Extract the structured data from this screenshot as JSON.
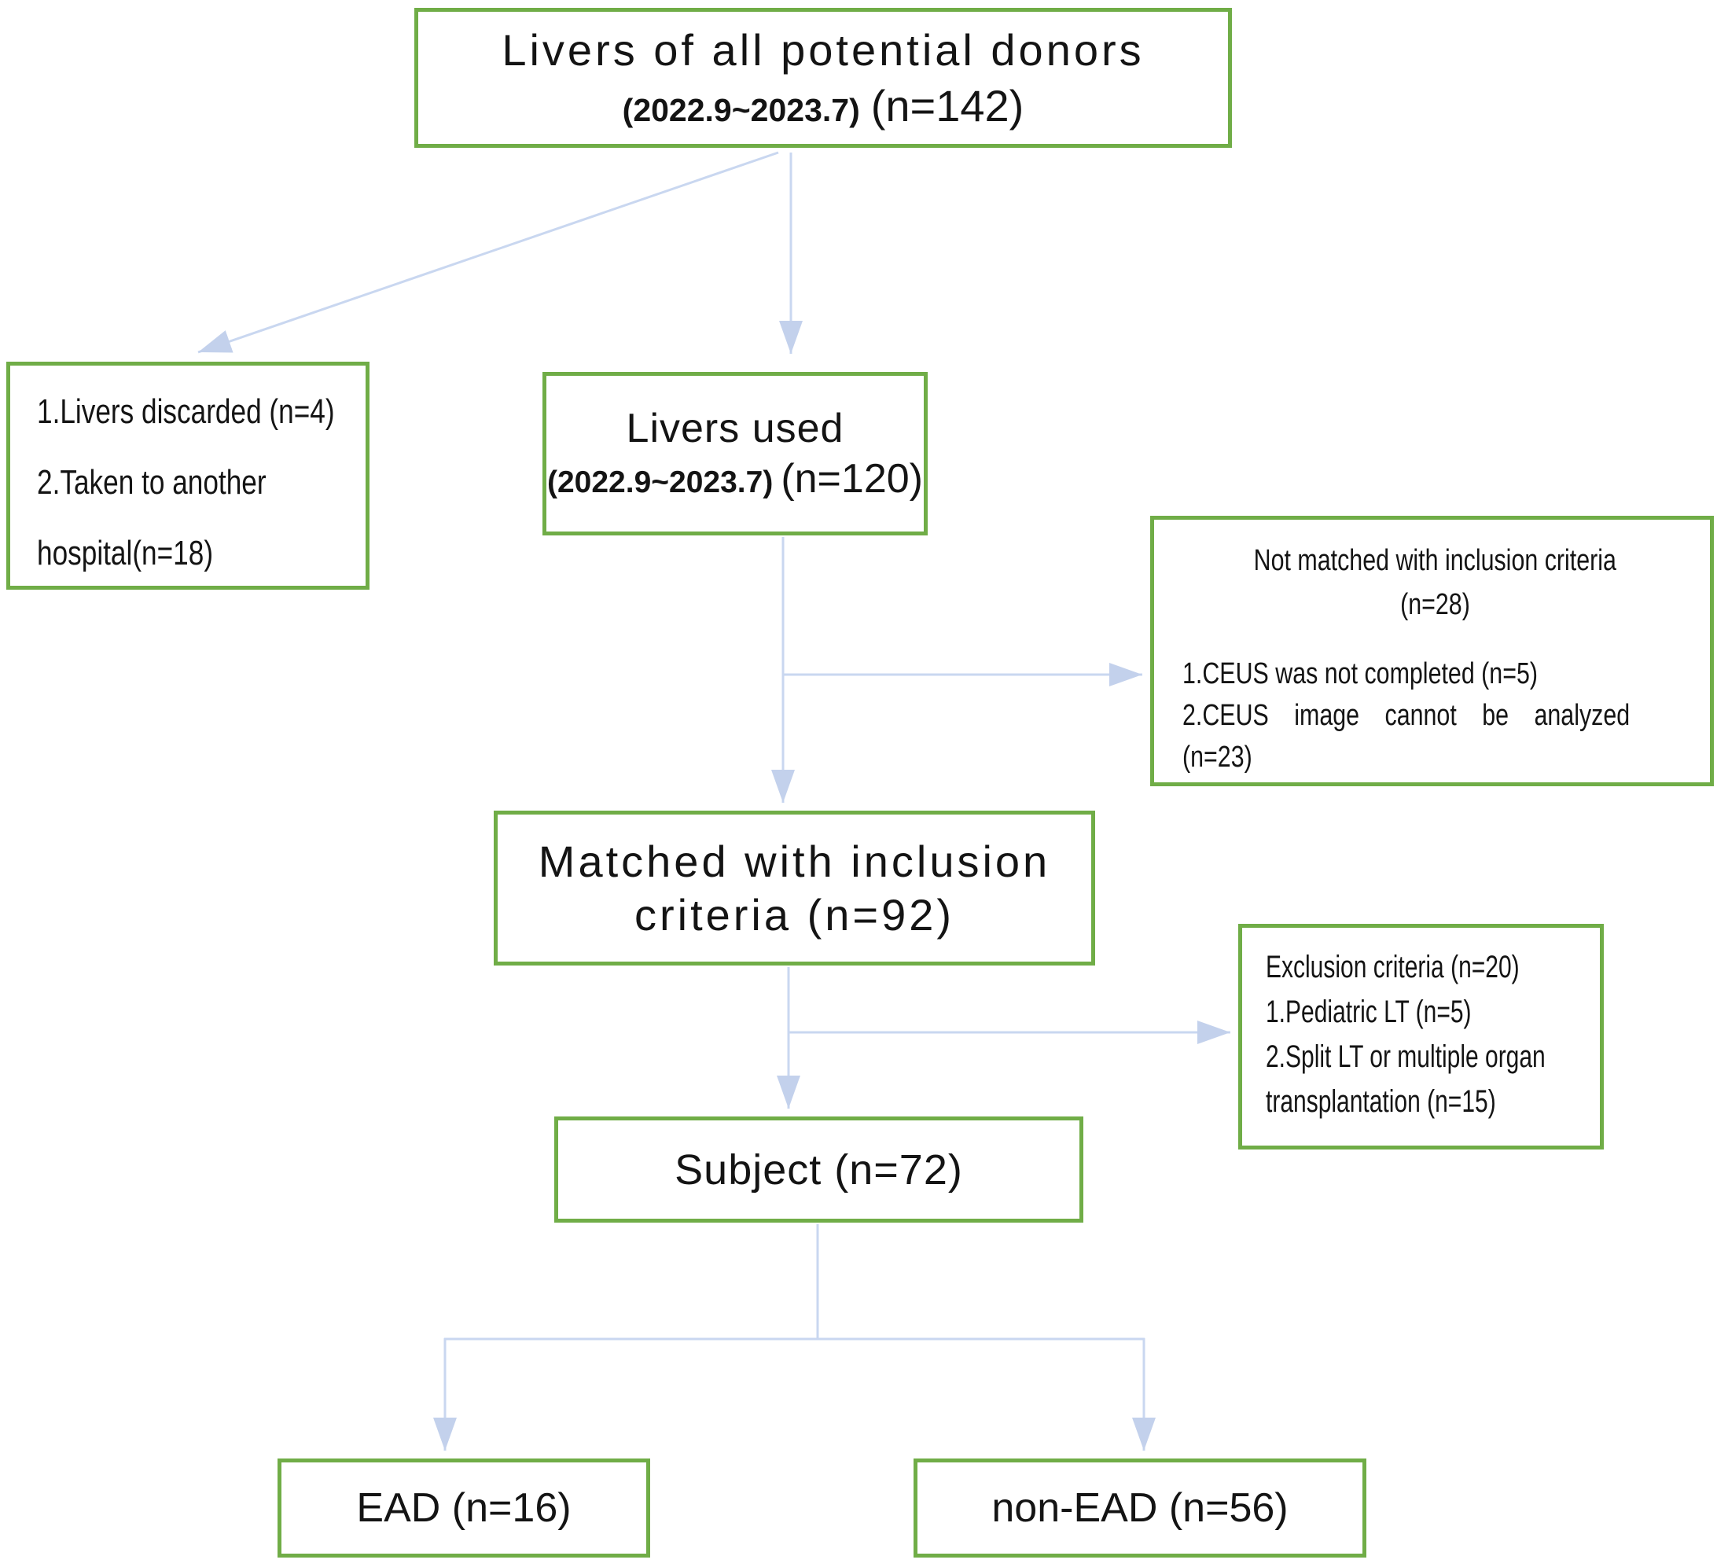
{
  "colors": {
    "box_border": "#70ad47",
    "connector_line": "#c9d7f0",
    "arrowhead": "#c3d1ec",
    "text": "#141414"
  },
  "nodes": {
    "potential_donors": {
      "title": "Livers of all potential donors",
      "period": "(2022.9~2023.7)",
      "count": "(n=142)"
    },
    "discarded": {
      "line1": "1.Livers discarded (n=4)",
      "line2": "2.Taken to another",
      "line3": "hospital(n=18)"
    },
    "livers_used": {
      "title": "Livers used",
      "period": "(2022.9~2023.7)",
      "count": "(n=120)"
    },
    "not_matched": {
      "heading": "Not matched with inclusion criteria",
      "heading_count": "(n=28)",
      "item1": "1.CEUS was not completed (n=5)",
      "item2": "2.CEUS image cannot be analyzed",
      "item2_count": "(n=23)"
    },
    "matched": {
      "line1": "Matched with inclusion",
      "line2": "criteria (n=92)"
    },
    "exclusion": {
      "heading": "Exclusion criteria (n=20)",
      "item1": "1.Pediatric LT (n=5)",
      "item2": "2.Split LT or multiple organ",
      "item2_cont": "transplantation (n=15)"
    },
    "subject": {
      "label": "Subject (n=72)"
    },
    "ead": {
      "label": "EAD (n=16)"
    },
    "non_ead": {
      "label": "non-EAD (n=56)"
    }
  },
  "edges": [
    {
      "from": "potential_donors",
      "to": "discarded"
    },
    {
      "from": "potential_donors",
      "to": "livers_used"
    },
    {
      "from": "livers_used",
      "to": "not_matched"
    },
    {
      "from": "livers_used",
      "to": "matched"
    },
    {
      "from": "matched",
      "to": "exclusion"
    },
    {
      "from": "matched",
      "to": "subject"
    },
    {
      "from": "subject",
      "to": "ead"
    },
    {
      "from": "subject",
      "to": "non_ead"
    }
  ]
}
